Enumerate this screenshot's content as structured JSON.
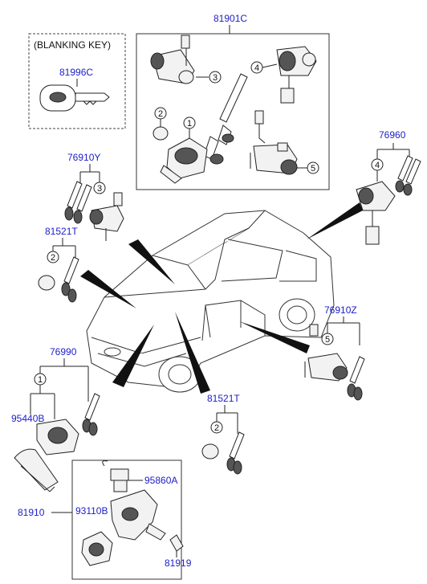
{
  "labels": {
    "blanking_key": "(BLANKING KEY)",
    "p81996C": "81996C",
    "p81901C": "81901C",
    "p76960": "76960",
    "p76910Y": "76910Y",
    "p81521T_left": "81521T",
    "p76910Z": "76910Z",
    "p76990": "76990",
    "p81521T_bottom": "81521T",
    "p95440B": "95440B",
    "p95860A": "95860A",
    "p81910": "81910",
    "p93110B": "93110B",
    "p81919": "81919"
  },
  "callouts": {
    "c1_top": "1",
    "c2_top": "2",
    "c3_top": "3",
    "c4_top": "4",
    "c5_top": "5",
    "c4_right": "4",
    "c3_left": "3",
    "c2_left": "2",
    "c5_right": "5",
    "c1_bottom": "1",
    "c2_bottom": "2"
  }
}
